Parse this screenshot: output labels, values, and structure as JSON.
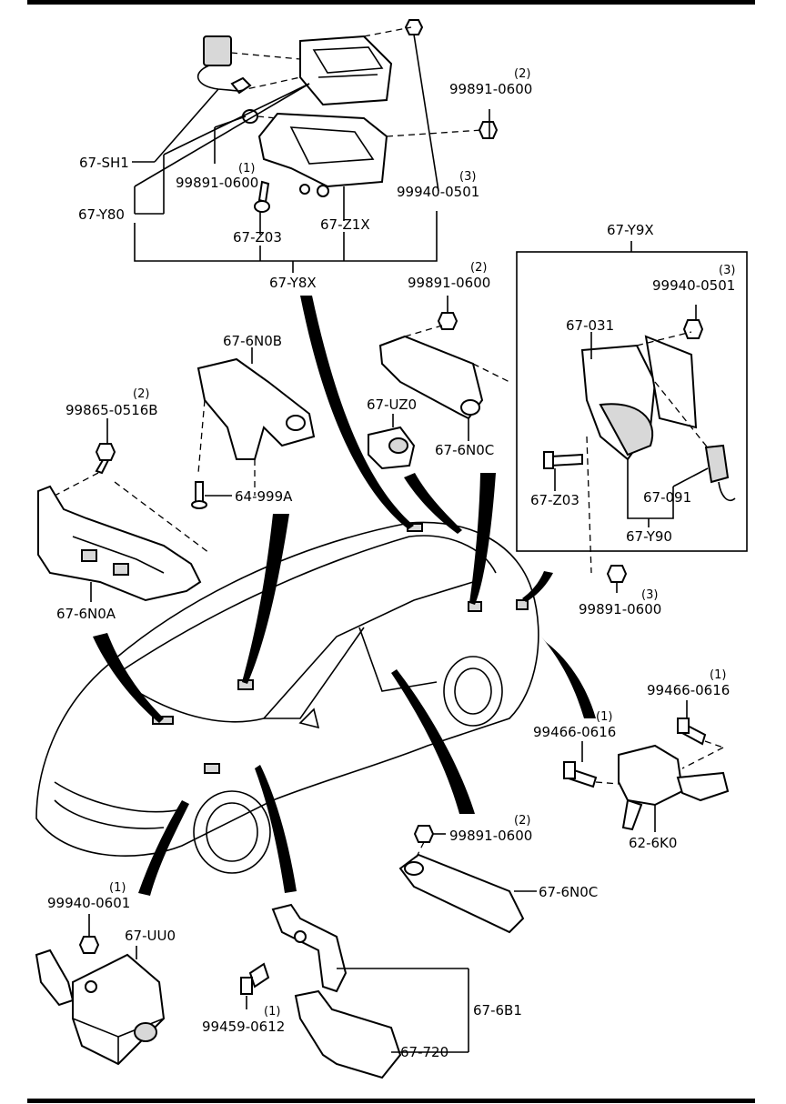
{
  "labels": {
    "p67SH1": "67-SH1",
    "p67Y80": "67-Y80",
    "n99891_a": "99891-0600",
    "n99891_a_q": "(1)",
    "n99891_b": "99891-0600",
    "n99891_b_q": "(2)",
    "n99940_a": "99940-0501",
    "n99940_a_q": "(3)",
    "p67Z03_a": "67-Z03",
    "p67Z1X": "67-Z1X",
    "p67Y8X": "67-Y8X",
    "p67Y9X": "67-Y9X",
    "n99940_b": "99940-0501",
    "n99940_b_q": "(3)",
    "p67_031": "67-031",
    "n99891_c": "99891-0600",
    "n99891_c_q": "(2)",
    "p676N0B": "67-6N0B",
    "p67UZ0": "67-UZ0",
    "p676N0C_a": "67-6N0C",
    "n99865": "99865-0516B",
    "n99865_q": "(2)",
    "p64999A": "64-999A",
    "p676N0A": "67-6N0A",
    "p67Z03_b": "67-Z03",
    "p67_091": "67-091",
    "p67Y90": "67-Y90",
    "n99891_d": "99891-0600",
    "n99891_d_q": "(3)",
    "n99466_a": "99466-0616",
    "n99466_a_q": "(1)",
    "n99466_b": "99466-0616",
    "n99466_b_q": "(1)",
    "p626K0": "62-6K0",
    "n99891_e": "99891-0600",
    "n99891_e_q": "(2)",
    "p676N0C_b": "67-6N0C",
    "n99940_c": "99940-0601",
    "n99940_c_q": "(1)",
    "p67UU0": "67-UU0",
    "p676B1": "67-6B1",
    "n99459": "99459-0612",
    "n99459_q": "(1)",
    "p67_720": "67-720"
  }
}
